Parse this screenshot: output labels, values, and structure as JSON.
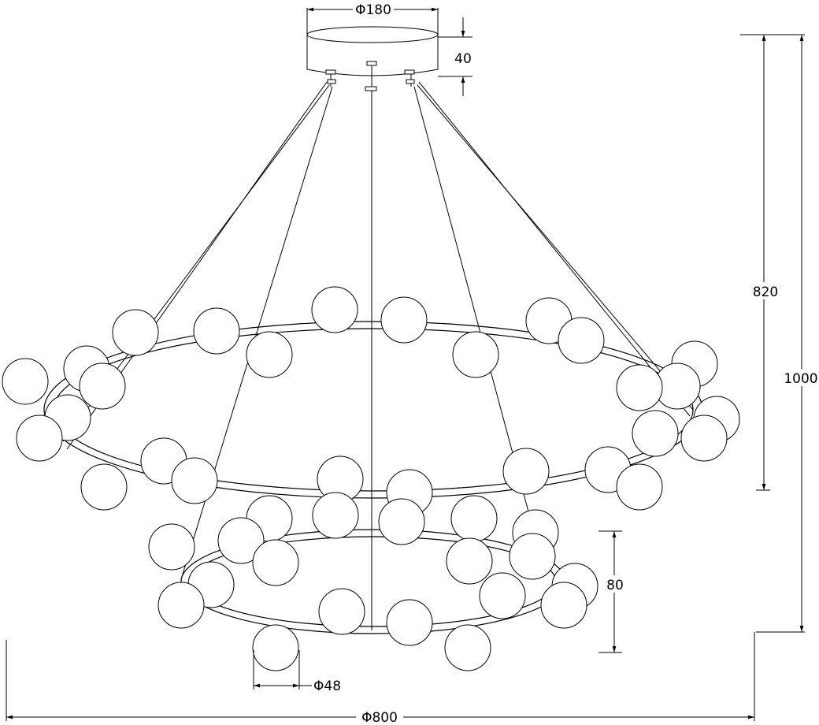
{
  "dimensions": {
    "canopy_diameter": "Φ180",
    "canopy_height": "40",
    "upper_ring_drop": "820",
    "total_height": "1000",
    "ring_gap": "80",
    "ball_diameter": "Φ48",
    "overall_diameter": "Φ800"
  },
  "colors": {
    "line": "#000000",
    "background": "#ffffff"
  }
}
